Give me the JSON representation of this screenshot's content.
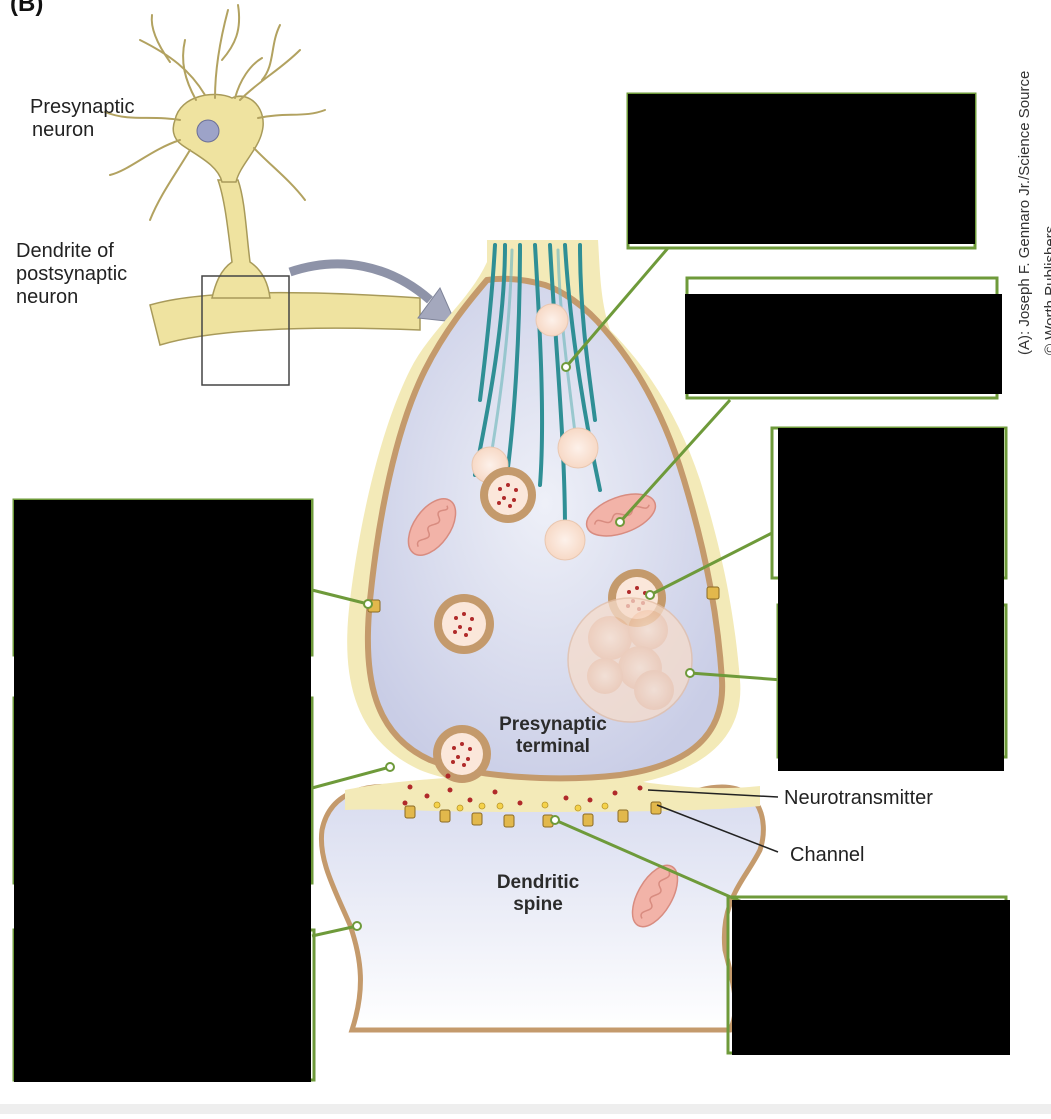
{
  "panel_letter": "(B)",
  "labels": {
    "presynaptic_neuron_1": "Presynaptic",
    "presynaptic_neuron_2": "neuron",
    "dendrite_1": "Dendrite of",
    "dendrite_2": "postsynaptic",
    "dendrite_3": "neuron",
    "terminal_1": "Presynaptic",
    "terminal_2": "terminal",
    "spine_1": "Dendritic",
    "spine_2": "spine",
    "neurotransmitter": "Neurotransmitter",
    "channel": "Channel"
  },
  "credit": {
    "line1": "(A): Joseph F. Gennaro Jr./Science Source",
    "line2": "© Worth Publishers"
  },
  "colors": {
    "membrane": "#c49a6c",
    "terminal_fill": "#d9dcef",
    "cytoplasm_cream": "#f3eab8",
    "neuron_yellow": "#efe3a0",
    "microtubule": "#2f8f95",
    "mitochondria": "#f2b3a8",
    "leader_green": "#6e9a3a",
    "mask": "#000000"
  }
}
